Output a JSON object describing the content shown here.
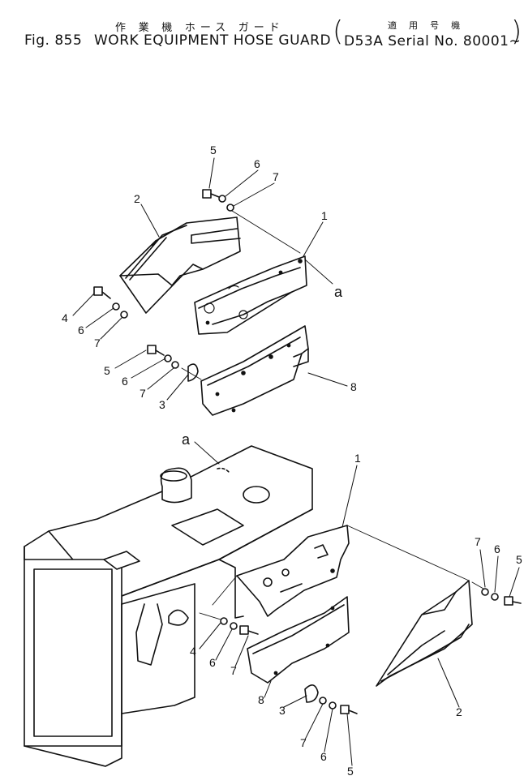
{
  "header": {
    "jp_title": "作 業 機 ホース ガード",
    "jp_model": "適 用 号 機",
    "fig_label": "Fig. 855",
    "title": "WORK EQUIPMENT HOSE GUARD",
    "serial_text": "D53A Serial No. 80001~"
  },
  "diagram": {
    "upper_callouts": [
      "5",
      "6",
      "7",
      "2",
      "1",
      "a",
      "4",
      "6",
      "7",
      "5",
      "6",
      "7",
      "3",
      "8"
    ],
    "lower_callouts": [
      "a",
      "1",
      "7",
      "6",
      "5",
      "4",
      "6",
      "7",
      "8",
      "3",
      "7",
      "6",
      "5",
      "2"
    ]
  }
}
